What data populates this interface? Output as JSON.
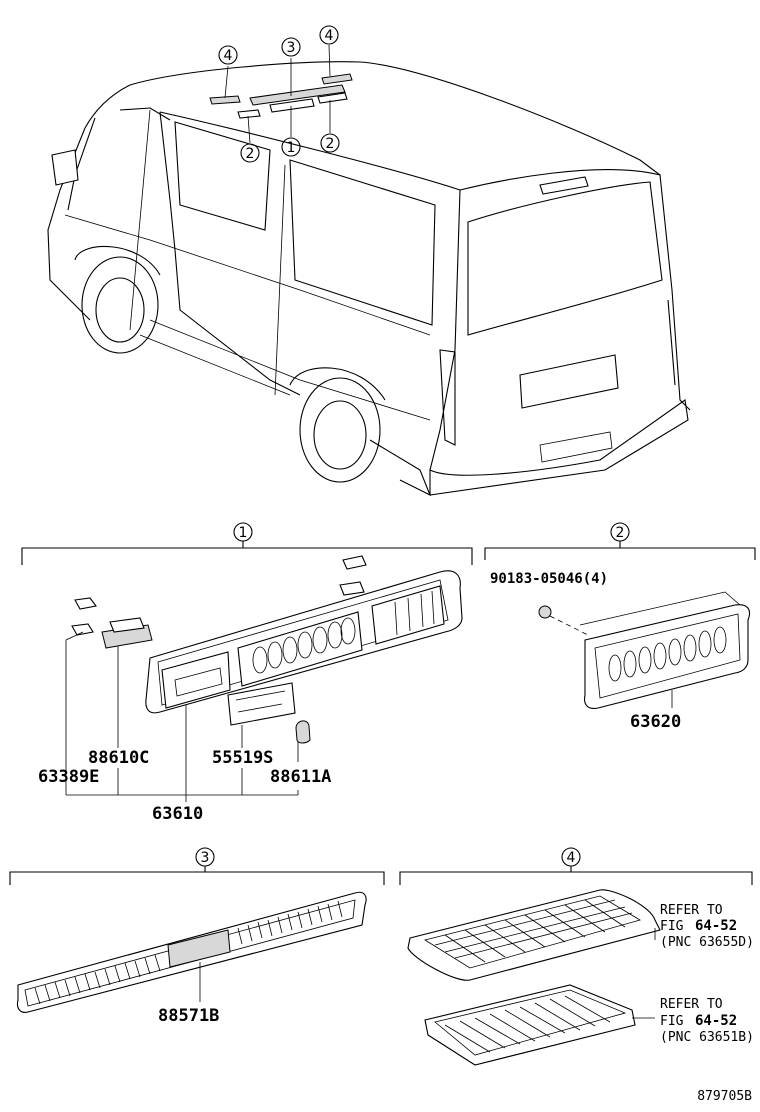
{
  "callouts": {
    "c1": "1",
    "c2": "2",
    "c3": "3",
    "c4": "4"
  },
  "group1": {
    "parts": {
      "p63389E": "63389E",
      "p88610C": "88610C",
      "p55519S": "55519S",
      "p88611A": "88611A",
      "p63610": "63610"
    }
  },
  "group2": {
    "screw": "90183-05046(4)",
    "part": "63620"
  },
  "group3": {
    "part": "88571B"
  },
  "group4": {
    "ref1": {
      "line1": "REFER TO",
      "fig_prefix": "FIG",
      "fig": "64-52",
      "pnc": "(PNC 63655D)"
    },
    "ref2": {
      "line1": "REFER TO",
      "fig_prefix": "FIG",
      "fig": "64-52",
      "pnc": "(PNC 63651B)"
    }
  },
  "illustration_id": "879705B"
}
